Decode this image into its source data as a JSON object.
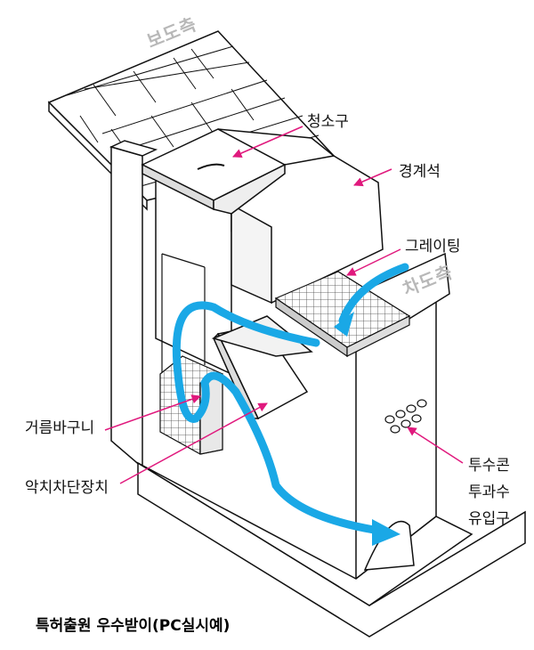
{
  "labels": {
    "sidewalk": "보도측",
    "roadway": "차도측",
    "cleanout": "청소구",
    "curb_stone": "경계석",
    "grating": "그레이팅",
    "filter_basket": "거름바구니",
    "odor_blocker": "악치차단장치",
    "permeable_concrete_line1": "투수콘",
    "permeable_concrete_line2": "투과수",
    "permeable_concrete_line3": "유입구"
  },
  "caption": "특허출원 우수받이(PC실시예)",
  "colors": {
    "flow_arrow": "#1aa8e6",
    "pointer": "#e0197d",
    "line": "#111111",
    "side_label": "#b8b8b8"
  }
}
